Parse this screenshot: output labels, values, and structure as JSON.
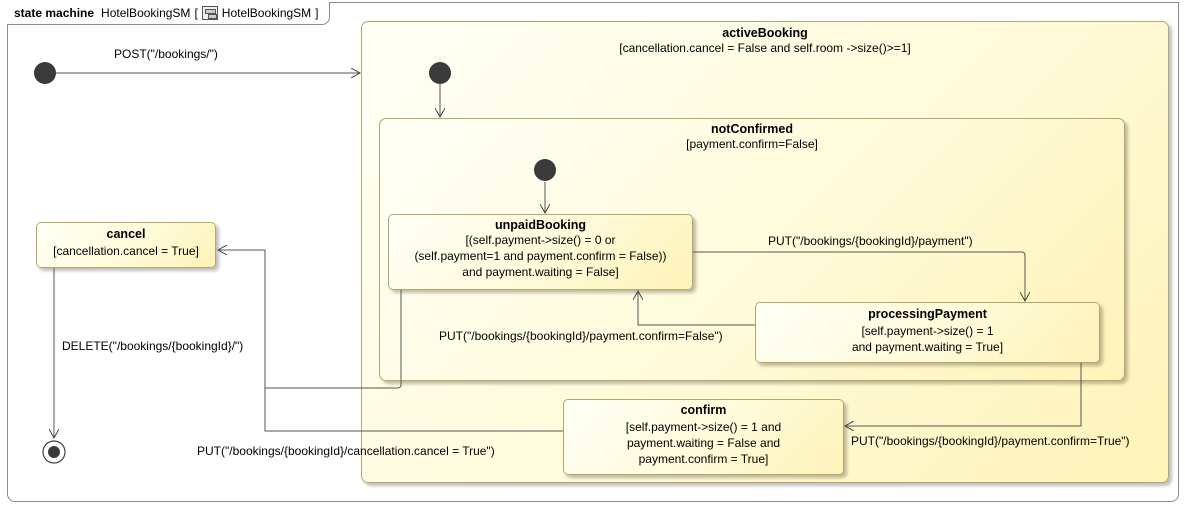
{
  "diagram": {
    "header": {
      "kind": "state machine",
      "name": "HotelBookingSM",
      "open_bracket": "[",
      "ref_name": "HotelBookingSM",
      "close_bracket": "]"
    },
    "states": {
      "activeBooking": {
        "name": "activeBooking",
        "guard": "[cancellation.cancel = False and self.room ->size()>=1]"
      },
      "notConfirmed": {
        "name": "notConfirmed",
        "guard": "[payment.confirm=False]"
      },
      "unpaidBooking": {
        "name": "unpaidBooking",
        "guard_lines": [
          "[(self.payment->size() = 0 or",
          "(self.payment=1 and payment.confirm = False))",
          "and payment.waiting = False]"
        ]
      },
      "processingPayment": {
        "name": "processingPayment",
        "guard_lines": [
          "[self.payment->size() = 1",
          "and payment.waiting = True]"
        ]
      },
      "confirm": {
        "name": "confirm",
        "guard_lines": [
          "[self.payment->size() = 1 and",
          "payment.waiting = False and",
          "payment.confirm = True]"
        ]
      },
      "cancel": {
        "name": "cancel",
        "guard": "[cancellation.cancel = True]"
      }
    },
    "transitions": {
      "post": "POST(\"/bookings/\")",
      "put_payment": "PUT(\"/bookings/{bookingId}/payment\")",
      "put_confirm_false": "PUT(\"/bookings/{bookingId}/payment.confirm=False\")",
      "put_confirm_true": "PUT(\"/bookings/{bookingId}/payment.confirm=True\")",
      "put_cancel": "PUT(\"/bookings/{bookingId}/cancellation.cancel = True\")",
      "delete": "DELETE(\"/bookings/{bookingId}/\")"
    }
  }
}
